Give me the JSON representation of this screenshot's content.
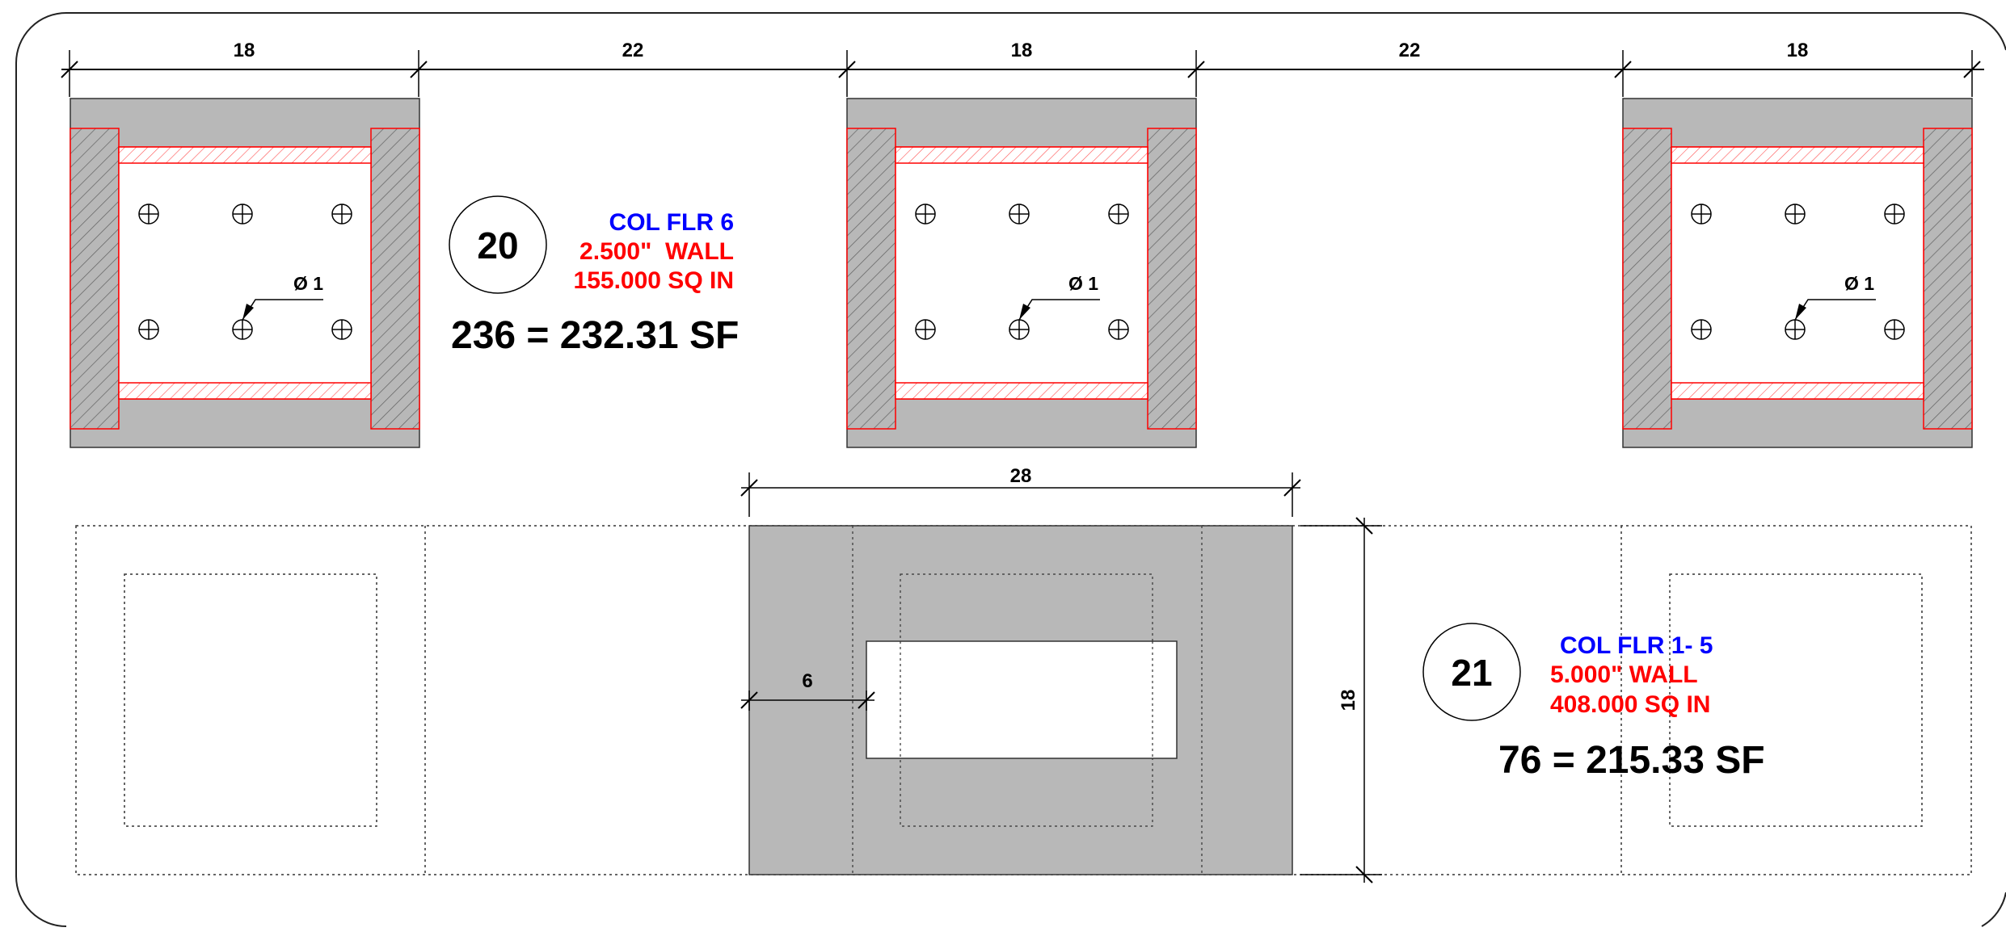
{
  "top_dimensions": [
    "18",
    "22",
    "18",
    "22",
    "18"
  ],
  "column_diameter_label": "Ø 1",
  "detail_20": {
    "number": "20",
    "floor": "COL FLR 6",
    "wall": "2.500\"  WALL",
    "area": "155.000 SQ IN",
    "total": "236 = 232.31 SF"
  },
  "detail_21": {
    "number": "21",
    "floor": "COL FLR 1- 5",
    "wall": "5.000\" WALL",
    "area": "408.000 SQ IN",
    "total": "76 = 215.33 SF"
  },
  "bottom_dimensions": {
    "width": "28",
    "height": "18",
    "offset": "6"
  },
  "colors": {
    "concrete": "#b8b8b8",
    "outline": "#ff0000",
    "label_blue": "#0000ff",
    "label_red": "#ff0000"
  }
}
